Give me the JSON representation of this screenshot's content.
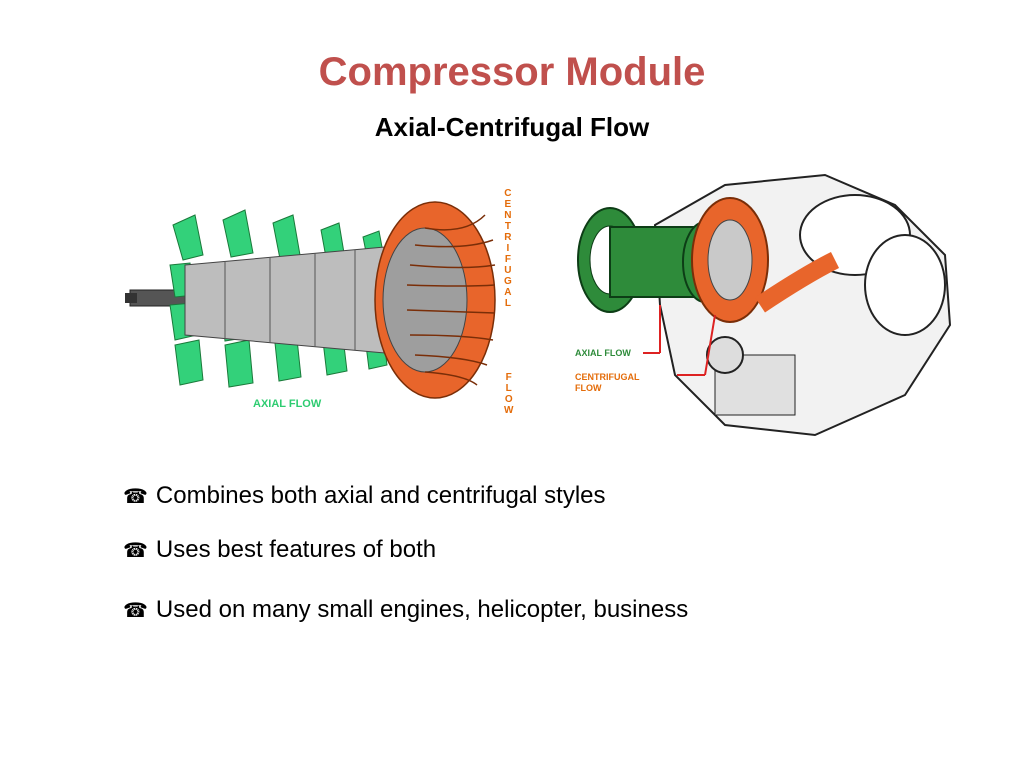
{
  "slide": {
    "title": "Compressor Module",
    "subtitle": "Axial-Centrifugal Flow"
  },
  "figure_left": {
    "vertical_label_top": "CENTRIFUGAL",
    "vertical_label_bottom": "FLOW",
    "axial_label": "AXIAL FLOW",
    "colors": {
      "axial": "#33d17a",
      "centrifugal": "#e8652b"
    }
  },
  "figure_right": {
    "axial_label": "AXIAL FLOW",
    "centrifugal_label": "CENTRIFUGAL FLOW"
  },
  "bullets": [
    {
      "icon": "telephone-icon",
      "glyph": "☎",
      "text": "Combines both axial and centrifugal styles"
    },
    {
      "icon": "telephone-icon",
      "glyph": "☎",
      "text": "Uses best features of both"
    },
    {
      "icon": "telephone-icon",
      "glyph": "☎",
      "text": "Used on many small engines, helicopter, business"
    }
  ]
}
